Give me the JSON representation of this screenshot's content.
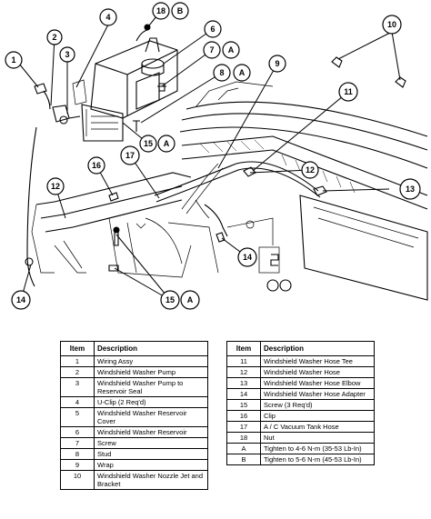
{
  "callouts": [
    {
      "id": "c1",
      "label": "1"
    },
    {
      "id": "c2",
      "label": "2"
    },
    {
      "id": "c3",
      "label": "3"
    },
    {
      "id": "c4",
      "label": "4"
    },
    {
      "id": "c18",
      "label": "18"
    },
    {
      "id": "cB",
      "label": "B"
    },
    {
      "id": "c6",
      "label": "6"
    },
    {
      "id": "c7",
      "label": "7"
    },
    {
      "id": "cA1",
      "label": "A"
    },
    {
      "id": "c8",
      "label": "8"
    },
    {
      "id": "cA2",
      "label": "A"
    },
    {
      "id": "c9",
      "label": "9"
    },
    {
      "id": "c10",
      "label": "10"
    },
    {
      "id": "c11",
      "label": "11"
    },
    {
      "id": "c15a",
      "label": "15"
    },
    {
      "id": "cA3",
      "label": "A"
    },
    {
      "id": "c16",
      "label": "16"
    },
    {
      "id": "c17",
      "label": "17"
    },
    {
      "id": "c12a",
      "label": "12"
    },
    {
      "id": "c12b",
      "label": "12"
    },
    {
      "id": "c13",
      "label": "13"
    },
    {
      "id": "c14a",
      "label": "14"
    },
    {
      "id": "c14b",
      "label": "14"
    },
    {
      "id": "c15b",
      "label": "15"
    },
    {
      "id": "cA4",
      "label": "A"
    }
  ],
  "table_left": {
    "header_item": "Item",
    "header_desc": "Description",
    "rows": [
      {
        "item": "1",
        "desc": "Wiring Assy"
      },
      {
        "item": "2",
        "desc": "Windshield Washer Pump"
      },
      {
        "item": "3",
        "desc": "Windshield Washer Pump to Reservoir Seal"
      },
      {
        "item": "4",
        "desc": "U-Clip (2 Req'd)"
      },
      {
        "item": "5",
        "desc": "Windshield Washer Reservoir Cover"
      },
      {
        "item": "6",
        "desc": "Windshield Washer Reservoir"
      },
      {
        "item": "7",
        "desc": "Screw"
      },
      {
        "item": "8",
        "desc": "Stud"
      },
      {
        "item": "9",
        "desc": "Wrap"
      },
      {
        "item": "10",
        "desc": "Windshield Washer Nozzle Jet and Bracket"
      }
    ]
  },
  "table_right": {
    "header_item": "Item",
    "header_desc": "Description",
    "rows": [
      {
        "item": "11",
        "desc": "Windshield Washer Hose Tee"
      },
      {
        "item": "12",
        "desc": "Windshield Washer Hose"
      },
      {
        "item": "13",
        "desc": "Windshield Washer Hose Elbow"
      },
      {
        "item": "14",
        "desc": "Windshield Washer Hose Adapter"
      },
      {
        "item": "15",
        "desc": "Screw (3 Req'd)"
      },
      {
        "item": "16",
        "desc": "Clip"
      },
      {
        "item": "17",
        "desc": "A / C Vacuum Tank Hose"
      },
      {
        "item": "18",
        "desc": "Nut"
      },
      {
        "item": "A",
        "desc": "Tighten to 4-6 N-m (35-53 Lb-In)"
      },
      {
        "item": "B",
        "desc": "Tighten to 5-6 N-m (45-53 Lb-In)"
      }
    ]
  }
}
